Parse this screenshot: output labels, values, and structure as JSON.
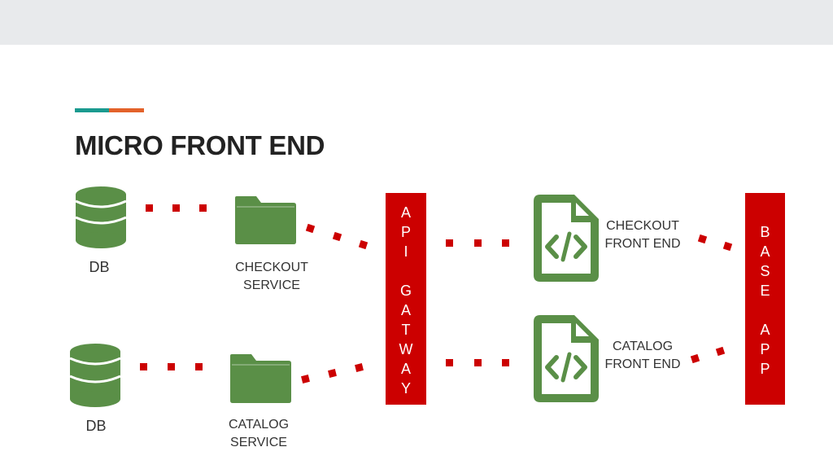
{
  "slide": {
    "title": "MICRO FRONT END"
  },
  "colors": {
    "accent_teal": "#1a9a8f",
    "accent_orange": "#e3622a",
    "node_green": "#5a8f47",
    "connector_red": "#cc0000"
  },
  "nodes": {
    "db_top": {
      "label": "DB",
      "icon": "database-icon"
    },
    "db_bottom": {
      "label": "DB",
      "icon": "database-icon"
    },
    "checkout_service": {
      "line1": "CHECKOUT",
      "line2": "SERVICE",
      "icon": "folder-icon"
    },
    "catalog_service": {
      "line1": "CATALOG",
      "line2": "SERVICE",
      "icon": "folder-icon"
    },
    "checkout_frontend": {
      "line1": "CHECKOUT",
      "line2": "FRONT END",
      "icon": "code-file-icon"
    },
    "catalog_frontend": {
      "line1": "CATALOG",
      "line2": "FRONT END",
      "icon": "code-file-icon"
    }
  },
  "api_gateway": {
    "letters": [
      "A",
      "P",
      "I",
      "",
      "G",
      "A",
      "T",
      "W",
      "A",
      "Y"
    ]
  },
  "base_app": {
    "letters": [
      "B",
      "A",
      "S",
      "E",
      "",
      "A",
      "P",
      "P"
    ]
  }
}
